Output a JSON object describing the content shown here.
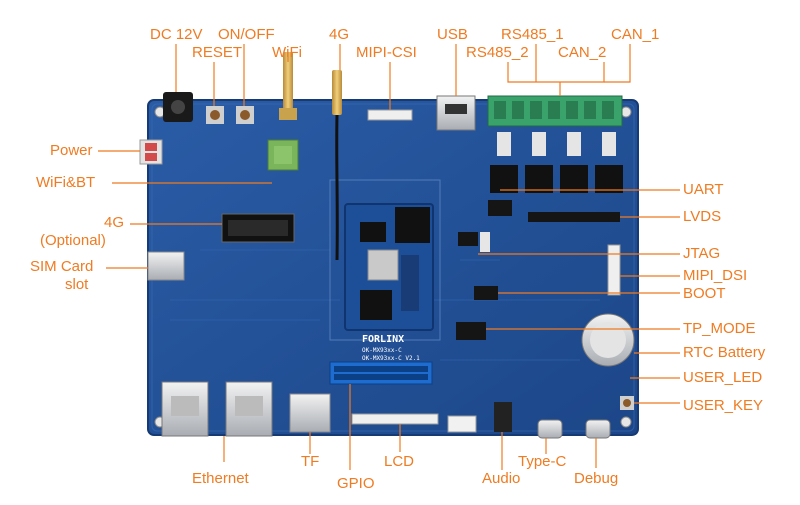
{
  "labels": {
    "dc12v": "DC 12V",
    "on_off": "ON/OFF",
    "reset": "RESET",
    "wifi": "WiFi",
    "g4_top": "4G",
    "mipi_csi": "MIPI-CSI",
    "usb": "USB",
    "rs485_1": "RS485_1",
    "can_1": "CAN_1",
    "rs485_2": "RS485_2",
    "can_2": "CAN_2",
    "power": "Power",
    "wifi_bt": "WiFi&BT",
    "g4_left": "4G",
    "optional": "(Optional)",
    "sim_card": "SIM Card",
    "sim_slot": "slot",
    "uart": "UART",
    "lvds": "LVDS",
    "jtag": "JTAG",
    "mipi_dsi": "MIPI_DSI",
    "boot": "BOOT",
    "tp_mode": "TP_MODE",
    "rtc_battery": "RTC Battery",
    "user_led": "USER_LED",
    "user_key": "USER_KEY",
    "ethernet": "Ethernet",
    "tf": "TF",
    "gpio": "GPIO",
    "lcd": "LCD",
    "audio": "Audio",
    "type_c": "Type-C",
    "debug": "Debug"
  },
  "board_text": {
    "logo": "FORLINX",
    "som_line1": "OK-MX93xx-C",
    "som_line2": "OK-MX93xx-C  V2.1"
  },
  "colors": {
    "label": "#ef7b22",
    "board": "#1f4f95",
    "board_dark": "#173f7c",
    "terminal": "#3aa36b"
  }
}
